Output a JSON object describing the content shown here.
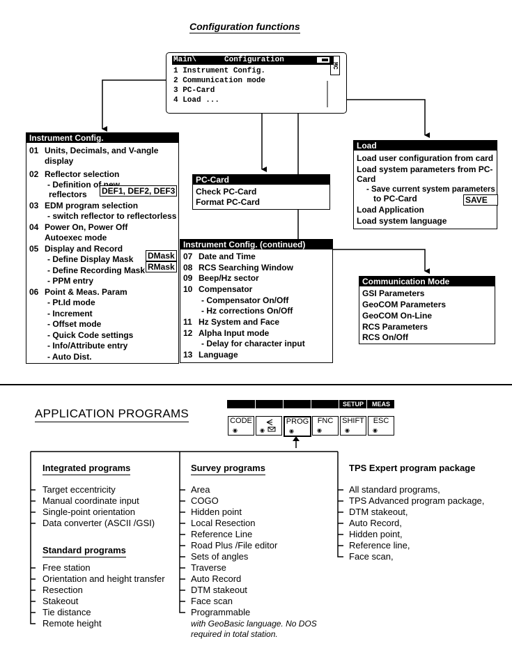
{
  "config_title": "Configuration functions",
  "lcd": {
    "header_left": "Main\\",
    "header_title": "Configuration",
    "card_indicator": "MC",
    "menu": [
      "1 Instrument Config.",
      "2 Communication mode",
      "3 PC-Card",
      "4 Load ..."
    ]
  },
  "instrument_config": {
    "title": "Instrument Config.",
    "rows": [
      {
        "num": "01",
        "label": "Units, Decimals, and V-angle"
      },
      {
        "num": "",
        "label": "display"
      },
      {
        "num": "02",
        "label": "Reflector selection"
      },
      {
        "num": "",
        "label": "- Definition of new"
      },
      {
        "num": "",
        "label": "reflectors"
      },
      {
        "num": "03",
        "label": "EDM program selection"
      },
      {
        "num": "",
        "label": "- switch reflector to reflectorless"
      },
      {
        "num": "04",
        "label": "Power On, Power Off"
      },
      {
        "num": "",
        "label": "Autoexec mode"
      },
      {
        "num": "05",
        "label": "Display and Record"
      },
      {
        "num": "",
        "label": "- Define Display Mask"
      },
      {
        "num": "",
        "label": "- Define Recording Mask"
      },
      {
        "num": "",
        "label": "- PPM entry"
      },
      {
        "num": "06",
        "label": "Point & Meas. Param"
      },
      {
        "num": "",
        "label": "- Pt.Id mode"
      },
      {
        "num": "",
        "label": "- Increment"
      },
      {
        "num": "",
        "label": "- Offset mode"
      },
      {
        "num": "",
        "label": "- Quick Code settings"
      },
      {
        "num": "",
        "label": "- Info/Attribute entry"
      },
      {
        "num": "",
        "label": "- Auto Dist."
      }
    ],
    "tags": {
      "reflectors": "DEF1, DEF2, DEF3",
      "display_mask": "DMask",
      "recording_mask": "RMask"
    }
  },
  "pc_card": {
    "title": "PC-Card",
    "rows": [
      "Check PC-Card",
      "Format PC-Card"
    ]
  },
  "instrument_config_continued": {
    "title": "Instrument Config. (continued)",
    "rows": [
      {
        "num": "07",
        "label": "Date and Time"
      },
      {
        "num": "08",
        "label": "RCS Searching Window"
      },
      {
        "num": "09",
        "label": "Beep/Hz sector"
      },
      {
        "num": "10",
        "label": "Compensator"
      },
      {
        "num": "",
        "label": "- Compensator On/Off"
      },
      {
        "num": "",
        "label": "- Hz corrections On/Off"
      },
      {
        "num": "11",
        "label": "Hz System and Face"
      },
      {
        "num": "12",
        "label": "Alpha Input mode"
      },
      {
        "num": "",
        "label": "- Delay for character input"
      },
      {
        "num": "13",
        "label": "Language"
      }
    ]
  },
  "load": {
    "title": "Load",
    "rows": [
      "Load user configuration from card",
      "Load system parameters from PC-",
      "Card",
      "- Save current system parameters",
      "to PC-Card",
      "Load Application",
      "Load system language"
    ],
    "save_tag": "SAVE"
  },
  "communication_mode": {
    "title": "Communication Mode",
    "rows": [
      "GSI Parameters",
      "GeoCOM Parameters",
      "GeoCOM On-Line",
      "RCS Parameters",
      "RCS On/Off"
    ]
  },
  "app_programs_title": "APPLICATION PROGRAMS",
  "keyboard": {
    "soft_keys": [
      "",
      "",
      "",
      "",
      "SETUP",
      "MEAS"
    ],
    "keys": [
      "CODE",
      "",
      "PROG",
      "FNC",
      "SHIFT",
      "ESC"
    ]
  },
  "integrated": {
    "title": "Integrated programs",
    "items": [
      "Target eccentricity",
      "Manual coordinate input",
      "Single-point orientation",
      "Data converter (ASCII /GSI)"
    ]
  },
  "standard": {
    "title": "Standard programs",
    "items": [
      "Free station",
      "Orientation and height transfer",
      "Resection",
      "Stakeout",
      "Tie distance",
      "Remote height"
    ]
  },
  "survey": {
    "title": "Survey programs",
    "items": [
      "Area",
      "COGO",
      "Hidden point",
      "Local Resection",
      "Reference Line",
      "Road Plus /File editor",
      "Sets of angles",
      "Traverse",
      "Auto Record",
      "DTM stakeout",
      "Face scan",
      "Programmable"
    ],
    "note": [
      "with GeoBasic language. No DOS",
      "required in total station."
    ]
  },
  "tps": {
    "title": "TPS Expert program package",
    "items": [
      "All standard programs,",
      "TPS Advanced program package,",
      "DTM stakeout,",
      "Auto Record,",
      "Hidden point,",
      "Reference line,",
      "Face scan,"
    ]
  }
}
